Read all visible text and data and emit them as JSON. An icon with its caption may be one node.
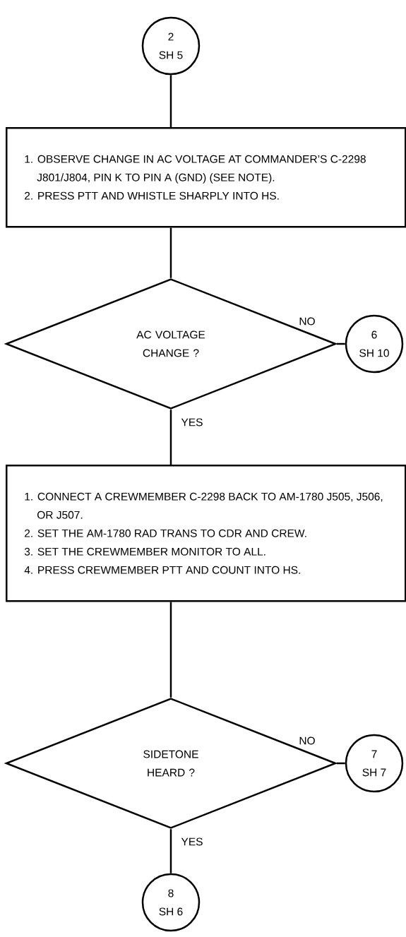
{
  "diagram": {
    "nodes": [
      {
        "text": [
          "2",
          "SH 5"
        ]
      },
      {
        "text": [
          "1. OBSERVE CHANGE IN AC VOLTAGE AT COMMANDER’S C-2298 J801/J804, PIN K TO PIN A (GND) (SEE NOTE).",
          "2. PRESS PTT AND WHISTLE SHARPLY INTO HS."
        ]
      },
      {
        "text": [
          "AC VOLTAGE CHANGE ?"
        ]
      },
      {
        "text": [
          "6",
          "SH 10"
        ]
      },
      {
        "text": [
          "1. CONNECT A CREWMEMBER C-2298 BACK TO AM-1780 J505, J506, OR J507.",
          "2. SET THE AM-1780 RAD TRANS TO CDR AND CREW.",
          "3. SET THE CREWMEMBER MONITOR TO ALL.",
          "4. PRESS CREWMEMBER PTT AND COUNT INTO HS."
        ]
      },
      {
        "text": [
          "SIDETONE HEARD ?"
        ]
      },
      {
        "text": [
          "7",
          "SH 7"
        ]
      },
      {
        "text": [
          "8",
          "SH 6"
        ]
      }
    ],
    "edges": [
      {
        "from": 0,
        "to": 1,
        "arrow": "none"
      },
      {
        "from": 1,
        "to": 2,
        "arrow": "none"
      },
      {
        "from": 2,
        "to": 3,
        "arrow": "none",
        "label": "NO"
      },
      {
        "from": 2,
        "to": 4,
        "arrow": "none",
        "label": "YES"
      },
      {
        "from": 4,
        "to": 5,
        "arrow": "none"
      },
      {
        "from": 5,
        "to": 6,
        "arrow": "none",
        "label": "NO"
      },
      {
        "from": 5,
        "to": 7,
        "arrow": "none",
        "label": "YES"
      }
    ]
  }
}
